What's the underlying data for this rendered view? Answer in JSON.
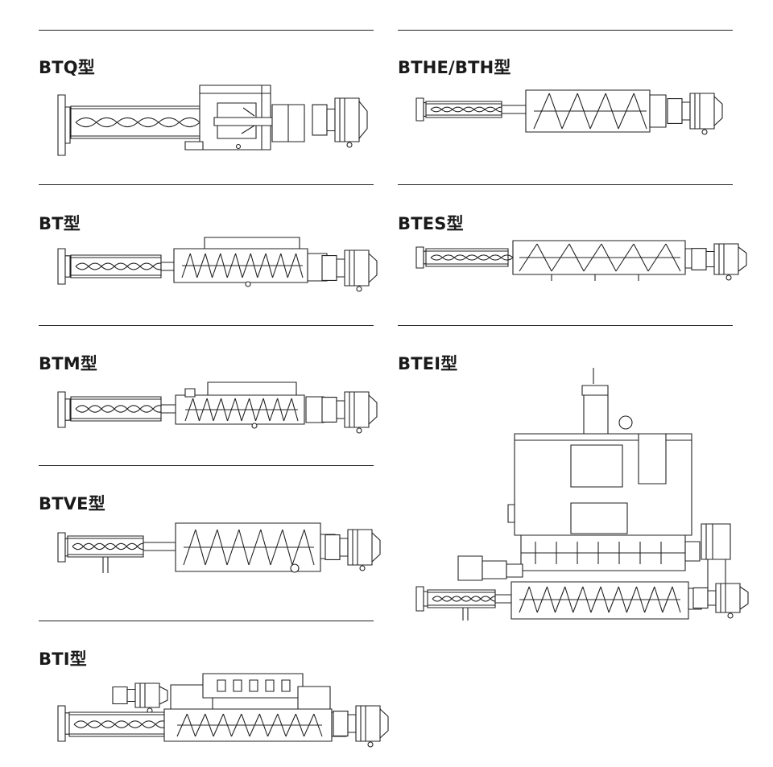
{
  "models": [
    {
      "id": "btq",
      "label": "BTQ型"
    },
    {
      "id": "bthe",
      "label": "BTHE/BTH型"
    },
    {
      "id": "bt",
      "label": "BT型"
    },
    {
      "id": "btes",
      "label": "BTES型"
    },
    {
      "id": "btm",
      "label": "BTM型"
    },
    {
      "id": "btei",
      "label": "BTEI型"
    },
    {
      "id": "btve",
      "label": "BTVE型"
    },
    {
      "id": "bti",
      "label": "BTI型"
    }
  ],
  "colors": {
    "line": "#222222",
    "background": "#ffffff"
  }
}
